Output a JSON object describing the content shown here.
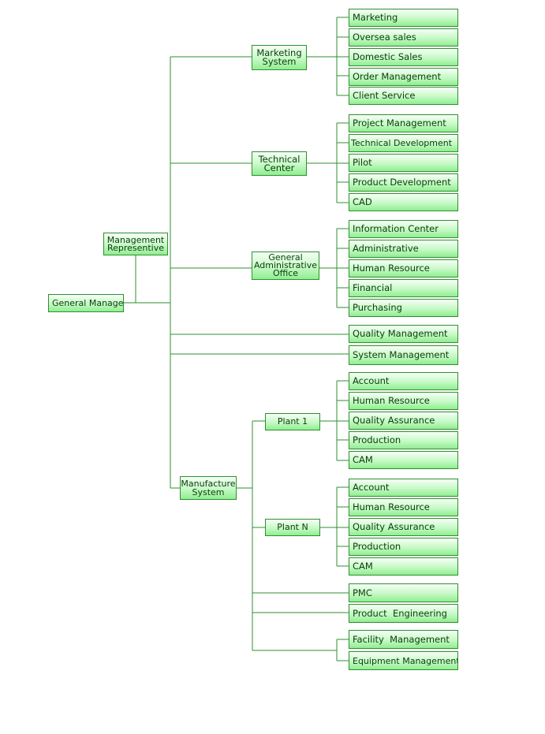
{
  "general_manager": "General Manager",
  "management_representive": "Management\nRepresentive",
  "marketing_system": {
    "label": "Marketing\nSystem",
    "items": [
      "Marketing",
      "Oversea sales",
      "Domestic Sales",
      "Order Management",
      "Client Service"
    ]
  },
  "technical_center": {
    "label": "Technical\nCenter",
    "items": [
      "Project Management",
      "Technical Development",
      "Pilot",
      "Product Development",
      "CAD"
    ]
  },
  "general_administrative_office": {
    "label": "General\nAdministrative\nOffice",
    "items": [
      "Information Center",
      "Administrative",
      "Human Resource",
      "Financial",
      "Purchasing"
    ]
  },
  "quality_management": "Quality Management",
  "system_management": "System Management",
  "manufacture_system": {
    "label": "Manufacture\nSystem",
    "plant_1": {
      "label": "Plant 1",
      "items": [
        "Account",
        "Human Resource",
        "Quality Assurance",
        "Production",
        "CAM"
      ]
    },
    "plant_n": {
      "label": "Plant N",
      "items": [
        "Account",
        "Human Resource",
        "Quality Assurance",
        "Production",
        "CAM"
      ]
    },
    "pmc": "PMC",
    "product_engineering": "Product  Engineering",
    "facility_management": "Facility  Management",
    "equipment_management": "Equipment Management"
  }
}
